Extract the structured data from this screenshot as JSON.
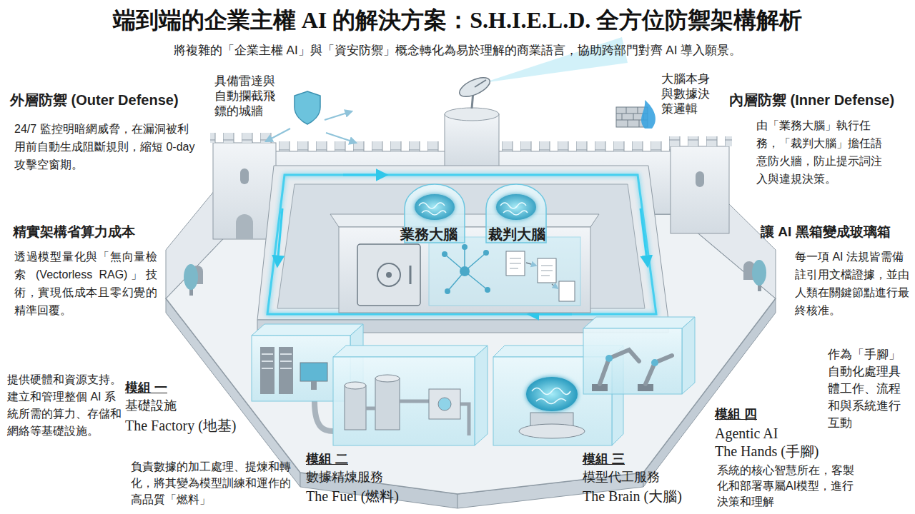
{
  "diagram": {
    "title": "端到端的企業主權 AI 的解決方案：S.H.I.E.L.D. 全方位防禦架構解析",
    "caption": "將複雜的「企業主權 AI」與「資安防禦」概念轉化為易於理解的商業語言，協助跨部門對齊 AI 導入願景。",
    "labels": [
      "具備雷達與自動攔截飛鏢的城牆",
      "大腦本身與數據決策邏輯",
      "外層防禦 (Outer Defense)",
      "24/7 監控明暗網威脅，在漏洞被利用前自動生成阻斷規則，縮短 0-day 攻擊空窗期。",
      "內層防禦 (Inner Defense)",
      "由「業務大腦」執行任務，「裁判大腦」擔任語意防火牆，防止提示詞注入與違規決策。",
      "精實架構省算力成本",
      "透過模型量化與「無向量檢索 (Vectorless RAG)」技術，實現低成本且零幻覺的精準回覆。",
      "業務大腦",
      "裁判大腦",
      "讓 AI 黑箱變成玻璃箱",
      "每一項 AI 法規皆需備註引用文檔證據，並由人類在關鍵節點進行最終核准。",
      "作為「手腳」自動化處理具體工作、流程和與系統進行互動",
      "提供硬體和資源支持。建立和管理整個 AI 系統所需的算力、存儲和網絡等基礎設施。",
      "模組 一",
      "基礎設施",
      "The Factory (地基)",
      "模組 四",
      "Agentic AI",
      "The Hands (手腳)",
      "負責數據的加工處理、提煉和轉化，將其變為模型訓練和運作的高品質「燃料」",
      "模組 二",
      "數據精煉服務",
      "The Fuel (燃料)",
      "模組 三",
      "模型代工服務",
      "The Brain (大腦)",
      "系統的核心智慧所在，客製化和部署專屬AI模型，進行決策和理解"
    ]
  }
}
